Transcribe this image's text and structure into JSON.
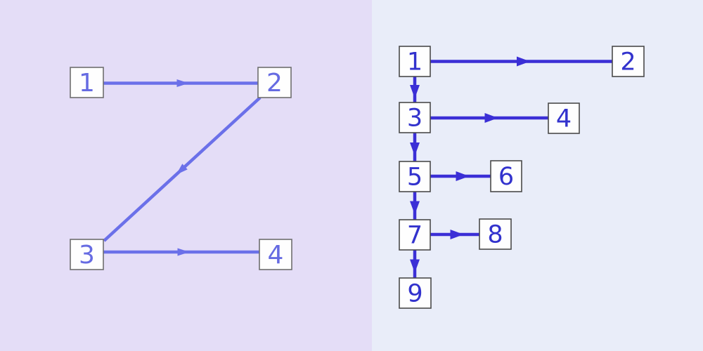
{
  "left_panel": {
    "background": "#e4ddf7",
    "accent": "#6b70e9",
    "label_color": "#666be2",
    "node_fill": "#fefefe",
    "node_border": "#6e6e6e",
    "nodes": [
      {
        "id": "1",
        "label": "1"
      },
      {
        "id": "2",
        "label": "2"
      },
      {
        "id": "3",
        "label": "3"
      },
      {
        "id": "4",
        "label": "4"
      }
    ],
    "edges": [
      {
        "from": "1",
        "to": "2"
      },
      {
        "from": "2",
        "to": "3"
      },
      {
        "from": "3",
        "to": "4"
      }
    ]
  },
  "right_panel": {
    "background": "#e9edf9",
    "accent": "#3b2fd6",
    "label_color": "#3232cd",
    "node_fill": "#fefefe",
    "node_border": "#4a4a4a",
    "nodes": [
      {
        "id": "1",
        "label": "1"
      },
      {
        "id": "2",
        "label": "2"
      },
      {
        "id": "3",
        "label": "3"
      },
      {
        "id": "4",
        "label": "4"
      },
      {
        "id": "5",
        "label": "5"
      },
      {
        "id": "6",
        "label": "6"
      },
      {
        "id": "7",
        "label": "7"
      },
      {
        "id": "8",
        "label": "8"
      },
      {
        "id": "9",
        "label": "9"
      }
    ],
    "edges": [
      {
        "from": "1",
        "to": "2"
      },
      {
        "from": "1",
        "to": "3"
      },
      {
        "from": "3",
        "to": "4"
      },
      {
        "from": "3",
        "to": "5"
      },
      {
        "from": "5",
        "to": "6"
      },
      {
        "from": "5",
        "to": "7"
      },
      {
        "from": "7",
        "to": "8"
      },
      {
        "from": "7",
        "to": "9"
      }
    ]
  }
}
